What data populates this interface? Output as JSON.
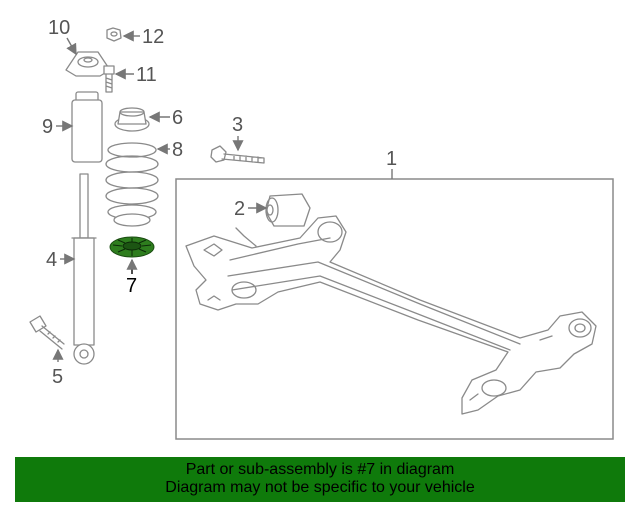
{
  "diagram": {
    "callouts": [
      "1",
      "2",
      "3",
      "4",
      "5",
      "6",
      "7",
      "8",
      "9",
      "10",
      "11",
      "12"
    ],
    "highlighted_part": "7",
    "highlight_color": "#2e7d1e"
  },
  "banner": {
    "line1": "Part or sub-assembly is #7 in diagram",
    "line2": "Diagram may not be specific to your vehicle",
    "background": "#0f7a0b"
  }
}
